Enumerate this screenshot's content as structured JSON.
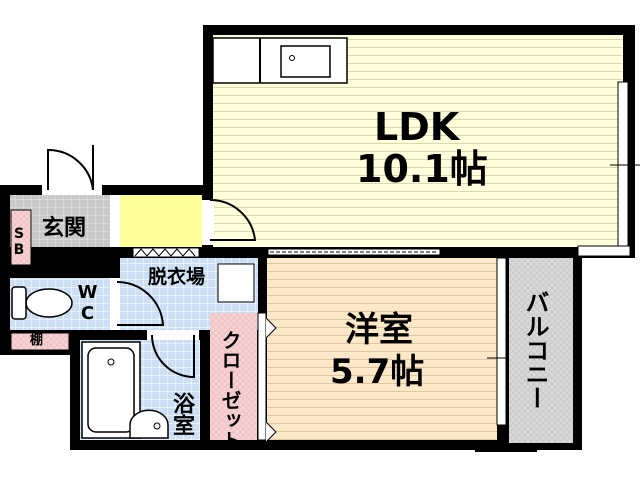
{
  "rooms": {
    "ldk": {
      "name": "LDK",
      "size": "10.1帖"
    },
    "western": {
      "name": "洋室",
      "size": "5.7帖"
    },
    "entrance": {
      "name": "玄関"
    },
    "shoe_box": {
      "name": "SB"
    },
    "toilet": {
      "name": "WC"
    },
    "shelf": {
      "name": "棚"
    },
    "dressing": {
      "name": "脱衣場"
    },
    "bath": {
      "name": "浴室"
    },
    "closet": {
      "name": "クローゼット"
    },
    "balcony": {
      "name": "バルコニー"
    }
  },
  "colors": {
    "wall": "#000000",
    "ldk_floor": "#ffffdc",
    "western_floor": "#fde9c9",
    "entrance_floor": "#c9c9c9",
    "wet_area": "#cddff5",
    "storage": "#f7d3d3",
    "hall": "#ffff9c",
    "balcony": "#d9d9d9"
  }
}
